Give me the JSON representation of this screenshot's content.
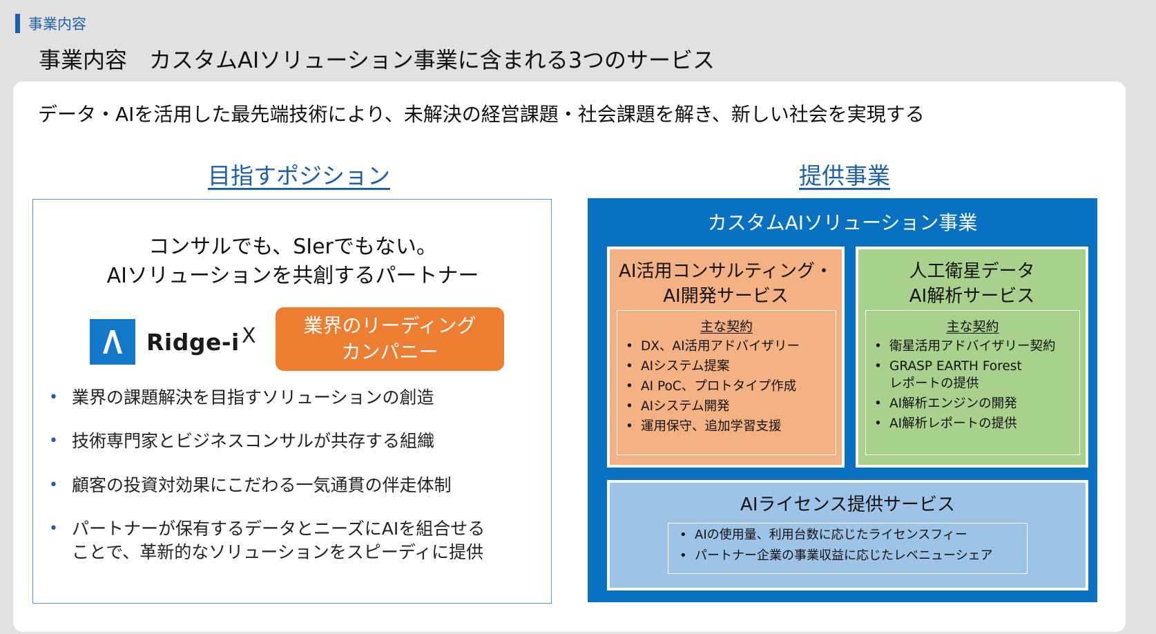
{
  "breadcrumb": "事業内容",
  "page_title": "事業内容　カスタムAIソリューション事業に含まれる3つのサービス",
  "headline": "データ・AIを活用した最先端技術により、未解決の経営課題・社会課題を解き、新しい社会を実現する",
  "left": {
    "section_title": "目指すポジション",
    "statement_line1": "コンサルでも、SIerでもない。",
    "statement_line2": "AIソリューションを共創するパートナー",
    "logo_text": "Ridge-i",
    "times": "X",
    "badge_line1": "業界のリーディング",
    "badge_line2": "カンパニー",
    "bullets": [
      "業界の課題解決を目指すソリューションの創造",
      "技術専門家とビジネスコンサルが共存する組織",
      "顧客の投資対効果にこだわる一気通貫の伴走体制"
    ],
    "bullet4_line1": "パートナーが保有するデータとニーズにAIを組合せる",
    "bullet4_line2": "ことで、革新的なソリューションをスピーディに提供"
  },
  "right": {
    "section_title": "提供事業",
    "box_title": "カスタムAIソリューション事業",
    "consulting": {
      "title_line1": "AI活用コンサルティング・",
      "title_line2": "AI開発サービス",
      "contracts_title": "主な契約",
      "items": [
        "DX、AI活用アドバイザリー",
        "AIシステム提案",
        "AI PoC、プロトタイプ作成",
        "AIシステム開発",
        "運用保守、追加学習支援"
      ]
    },
    "satellite": {
      "title_line1": "人工衛星データ",
      "title_line2": "AI解析サービス",
      "contracts_title": "主な契約",
      "item1": "衛星活用アドバイザリー契約",
      "item2_line1": "GRASP EARTH Forest",
      "item2_line2": "レポートの提供",
      "item3": "AI解析エンジンの開発",
      "item4": "AI解析レポートの提供"
    },
    "license": {
      "title": "AIライセンス提供サービス",
      "items": [
        "AIの使用量、利用台数に応じたライセンスフィー",
        "パートナー企業の事業収益に応じたレベニューシェア"
      ]
    }
  },
  "colors": {
    "accent_blue": "#1f5fa6",
    "box_blue": "#0871c2",
    "orange": "#ed7d31",
    "salmon": "#f4b183",
    "green": "#a9d18e",
    "light_blue": "#9dc3e6"
  }
}
